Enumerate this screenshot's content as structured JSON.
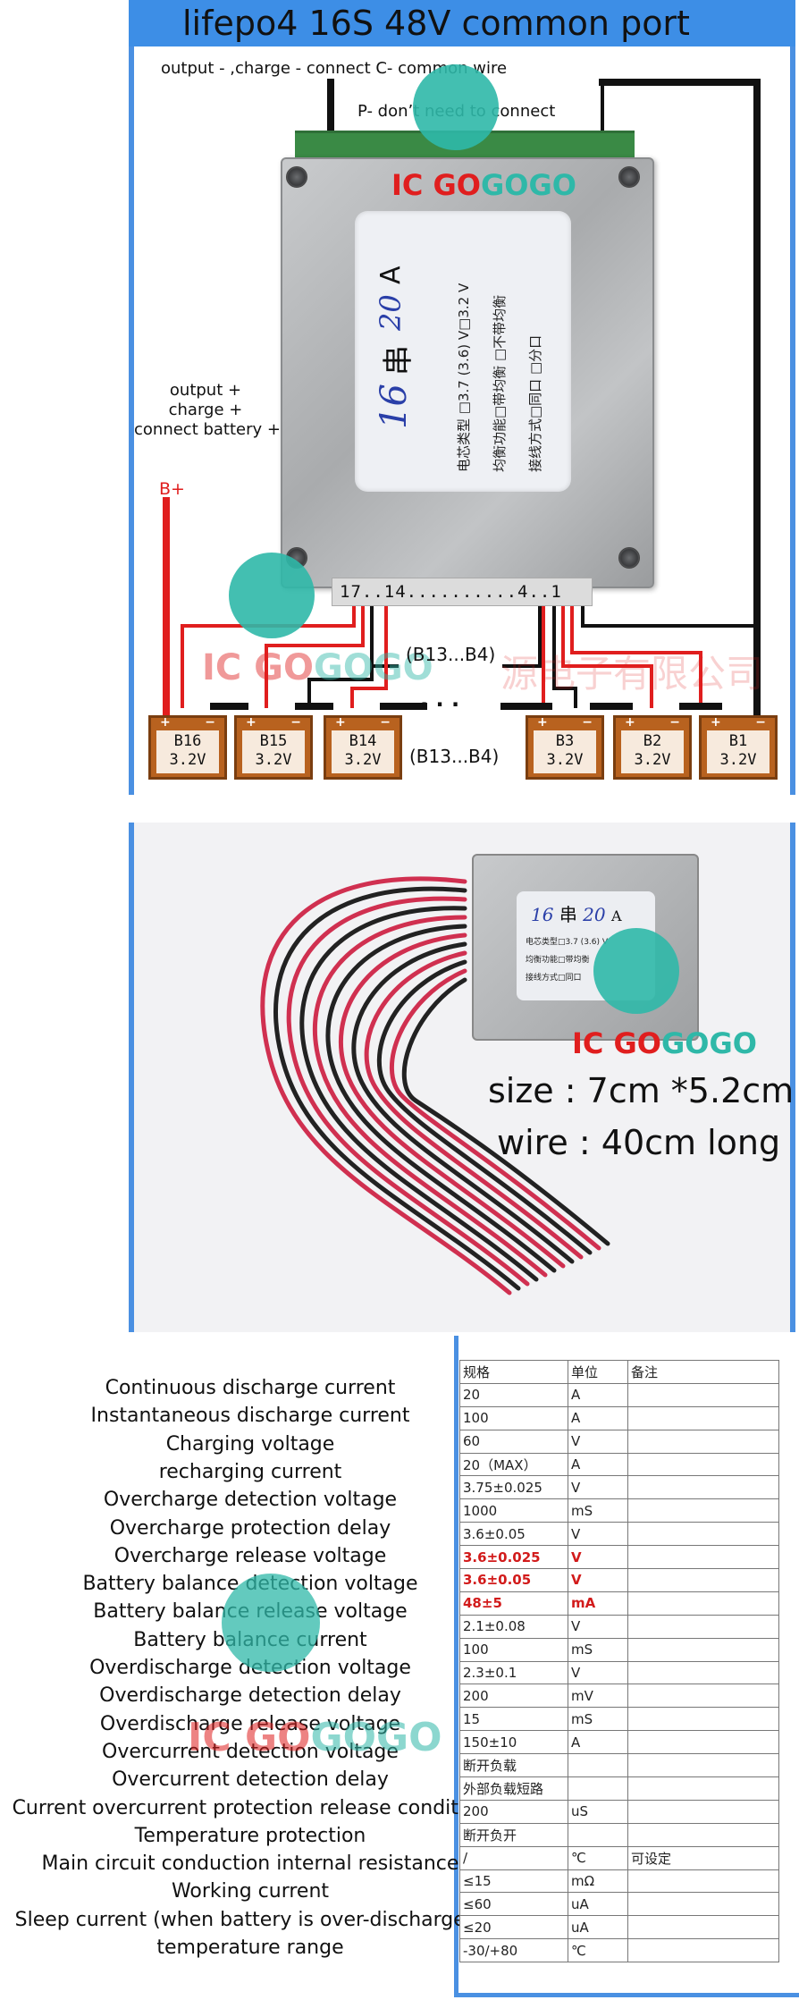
{
  "diagram": {
    "title": "lifepo4 16S 48V common port",
    "label_output_minus": "output - ,charge - connect C- common wire",
    "label_p_minus": "P- don’t need to connect",
    "label_output_plus": [
      "output +",
      "charge +",
      "connect battery +"
    ],
    "label_b_plus": "B+",
    "label_group_top": "(B13...B4)",
    "label_group_bottom": "(B13...B4)",
    "pin_row": "17..14..........4..1",
    "ellipsis": "· · ·",
    "brand_red": "IC GO",
    "brand_teal": "GOGO",
    "watermark_cn": "源电子有限公司",
    "sticker": {
      "series": "16",
      "series_char": "串",
      "current": "20",
      "unit": "A",
      "line1": "电芯类型 □3.7 (3.6) V□3.2 V",
      "line2": "均衡功能□带均衡 □不带均衡",
      "line3": "接线方式□同口 □分口"
    },
    "batteries": [
      {
        "name": "B16",
        "voltage": "3.2V"
      },
      {
        "name": "B15",
        "voltage": "3.2V"
      },
      {
        "name": "B14",
        "voltage": "3.2V"
      },
      {
        "name": "B3",
        "voltage": "3.2V"
      },
      {
        "name": "B2",
        "voltage": "3.2V"
      },
      {
        "name": "B1",
        "voltage": "3.2V"
      }
    ],
    "plus_sign": "+",
    "minus_sign": "−",
    "colors": {
      "accent": "#3d8ee6",
      "wire_red": "#e01e1e",
      "wire_black": "#111111",
      "battery": "#b8621f",
      "logo": "#2fb8a8"
    }
  },
  "photo": {
    "size_text": "size : 7cm *5.2cm",
    "wire_text": "wire : 40cm long",
    "sticker_series": "16",
    "sticker_series_char": "串",
    "sticker_current": "20",
    "sticker_unit": "A",
    "sticker_line1": "电芯类型□3.7 (3.6) V",
    "sticker_line2": "均衡功能□带均衡",
    "sticker_line3": "接线方式□同口"
  },
  "specs": {
    "labels": [
      "Continuous discharge current",
      "Instantaneous discharge current",
      "Charging voltage",
      "recharging current",
      "Overcharge detection voltage",
      "Overcharge protection delay",
      "Overcharge release voltage",
      "Battery balance detection voltage",
      "Battery balance release voltage",
      "Battery balance current",
      "Overdischarge detection voltage",
      "Overdischarge detection delay",
      "Overdischarge release voltage",
      "Overcurrent detection voltage",
      "Overcurrent detection delay",
      "Current overcurrent protection release condition",
      "Temperature protection",
      "Main circuit conduction internal resistance",
      "Working current",
      "Sleep current (when battery is over-discharged)",
      "temperature range"
    ],
    "headers": [
      "规格",
      "单位",
      "备注"
    ],
    "rows": [
      {
        "value": "20",
        "unit": "A",
        "note": "",
        "hl": false
      },
      {
        "value": "100",
        "unit": "A",
        "note": "",
        "hl": false
      },
      {
        "value": "60",
        "unit": "V",
        "note": "",
        "hl": false
      },
      {
        "value": "20（MAX）",
        "unit": "A",
        "note": "",
        "hl": false
      },
      {
        "value": "3.75±0.025",
        "unit": "V",
        "note": "",
        "hl": false
      },
      {
        "value": "1000",
        "unit": "mS",
        "note": "",
        "hl": false
      },
      {
        "value": "3.6±0.05",
        "unit": "V",
        "note": "",
        "hl": false
      },
      {
        "value": "3.6±0.025",
        "unit": "V",
        "note": "",
        "hl": true
      },
      {
        "value": "3.6±0.05",
        "unit": "V",
        "note": "",
        "hl": true
      },
      {
        "value": "48±5",
        "unit": "mA",
        "note": "",
        "hl": true
      },
      {
        "value": "2.1±0.08",
        "unit": "V",
        "note": "",
        "hl": false
      },
      {
        "value": "100",
        "unit": "mS",
        "note": "",
        "hl": false
      },
      {
        "value": "2.3±0.1",
        "unit": "V",
        "note": "",
        "hl": false
      },
      {
        "value": "200",
        "unit": "mV",
        "note": "",
        "hl": false
      },
      {
        "value": "15",
        "unit": "mS",
        "note": "",
        "hl": false
      },
      {
        "value": "150±10",
        "unit": "A",
        "note": "",
        "hl": false
      },
      {
        "value": "断开负载",
        "unit": "",
        "note": "",
        "hl": false
      },
      {
        "value": "外部负载短路",
        "unit": "",
        "note": "",
        "hl": false
      },
      {
        "value": "200",
        "unit": "uS",
        "note": "",
        "hl": false
      },
      {
        "value": "断开负开",
        "unit": "",
        "note": "",
        "hl": false
      },
      {
        "value": "/",
        "unit": "℃",
        "note": "可设定",
        "hl": false
      },
      {
        "value": "≤15",
        "unit": "mΩ",
        "note": "",
        "hl": false
      },
      {
        "value": "≤60",
        "unit": "uA",
        "note": "",
        "hl": false
      },
      {
        "value": "≤20",
        "unit": "uA",
        "note": "",
        "hl": false
      },
      {
        "value": "-30/+80",
        "unit": "℃",
        "note": "",
        "hl": false
      }
    ]
  }
}
